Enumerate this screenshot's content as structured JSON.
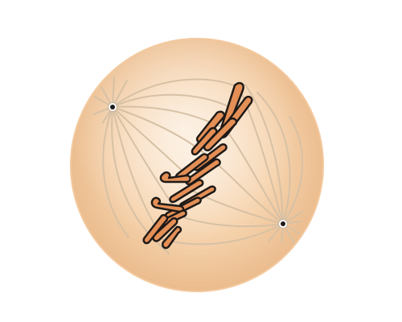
{
  "illustration": {
    "subject": "",
    "colors": {
      "background": "#ffffff",
      "cell_center": "#fbe7d1",
      "cell_mid": "#f6d3ad",
      "cell_edge": "#e9b888",
      "cell_outline": "#f3c99e",
      "spindle_fibers": "#d7c1a5",
      "centrosome": "#1f1a17",
      "chromosome_fill": "#e48f56",
      "chromosome_outline": "#1f1a17"
    },
    "element_names": [
      "cell",
      "spindle-fibers",
      "centrosome-top-left",
      "centrosome-bottom-right",
      "chromosomes"
    ]
  }
}
